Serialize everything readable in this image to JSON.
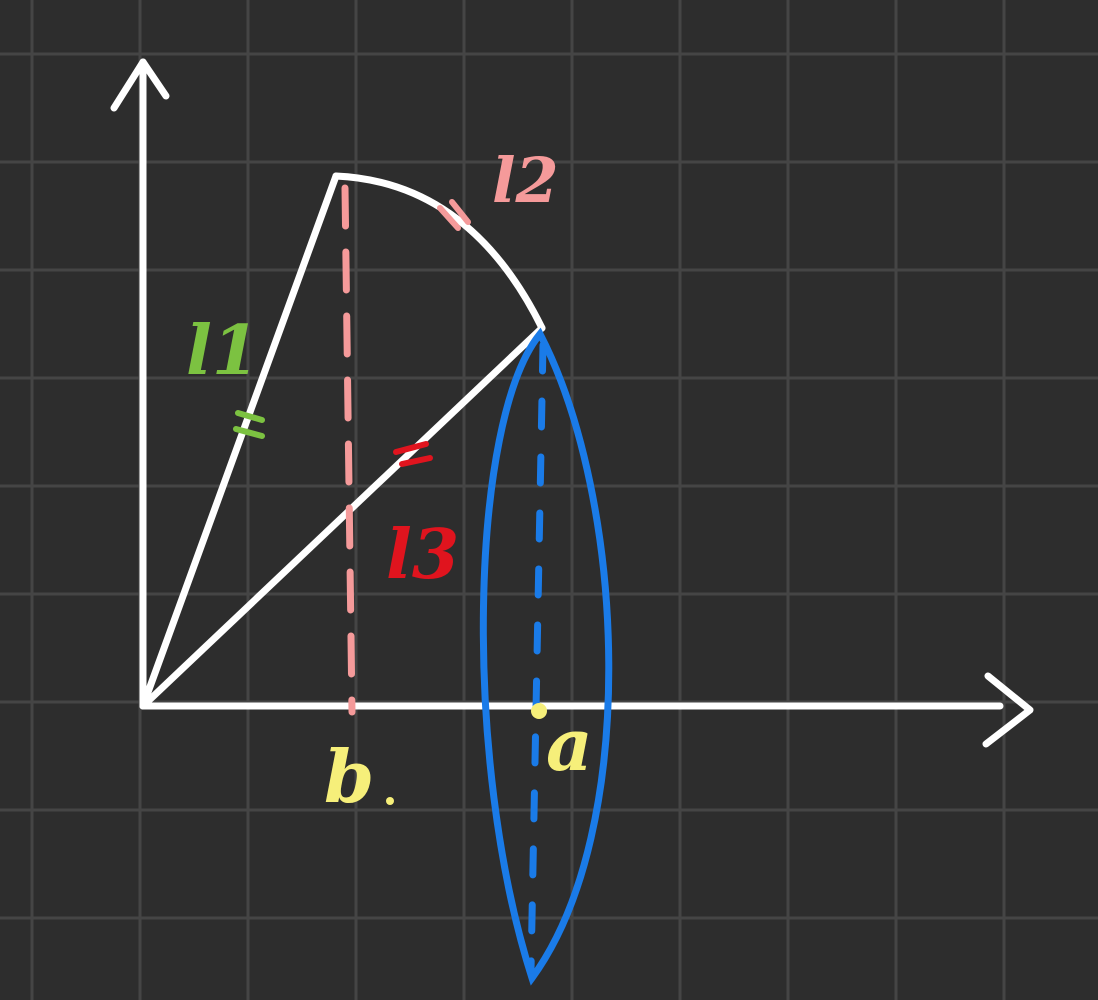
{
  "colors": {
    "background": "#2d2d2d",
    "grid": "#454545",
    "axes": "#ffffff",
    "l1": "#7cc241",
    "l2": "#f59a9a",
    "l3": "#e0141e",
    "revolution": "#1a7be8",
    "points": "#f6ef7a"
  },
  "labels": {
    "l1": "l1",
    "l2": "l2",
    "l3": "l3",
    "point_a": "a",
    "point_b": "b"
  }
}
